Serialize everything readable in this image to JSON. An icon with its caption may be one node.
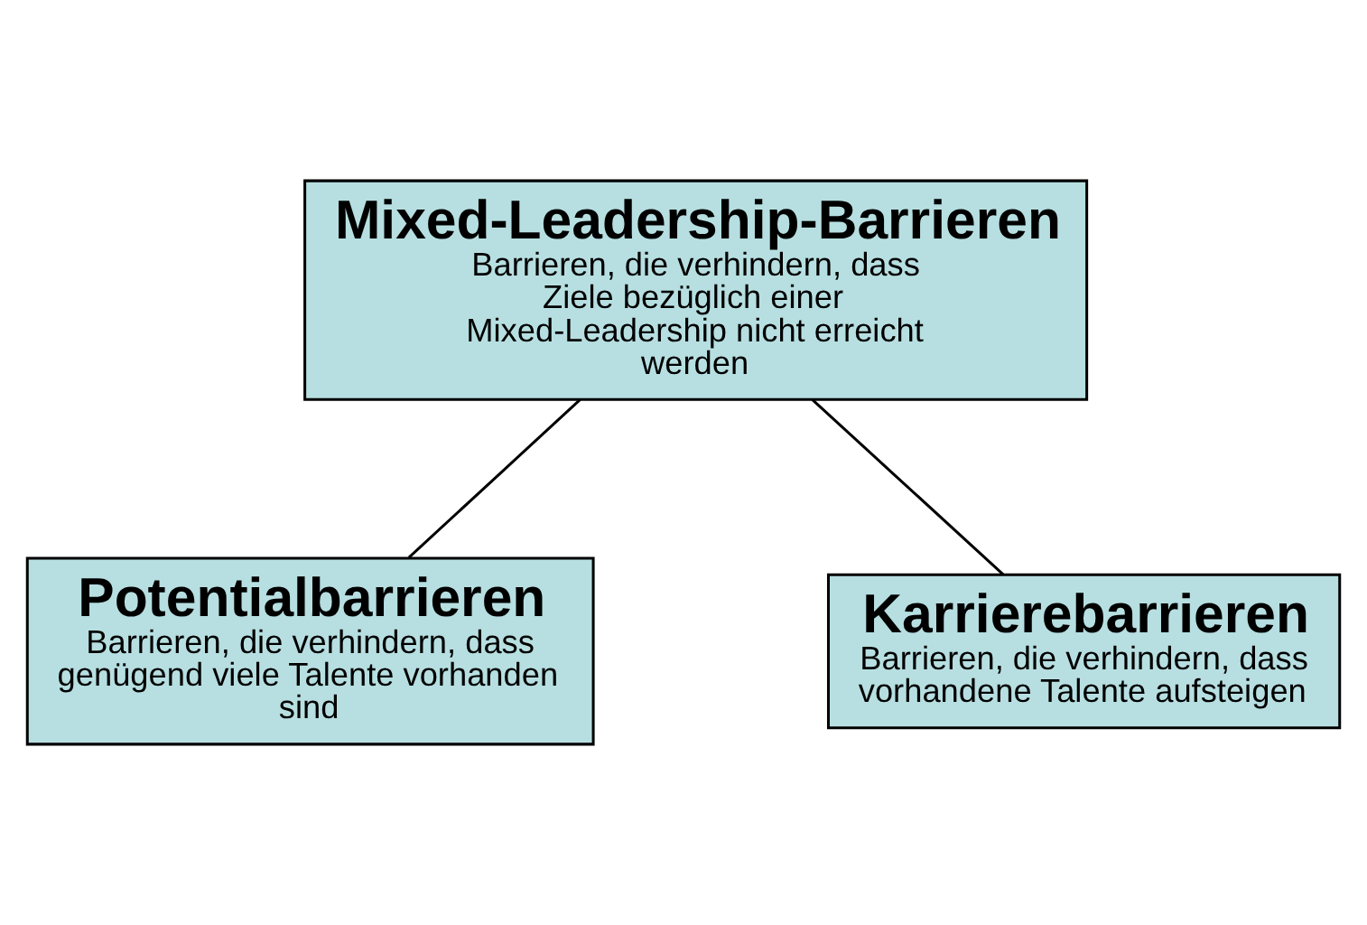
{
  "diagram": {
    "nodes": [
      {
        "text": [
          "Mixed-Leadership-Barrieren",
          "Barrieren, die verhindern, dass Ziele bezüglich einer Mixed-Leadership nicht erreicht werden"
        ]
      },
      {
        "text": [
          "Potentialbarrieren",
          "Barrieren, die verhindern, dass genügend viele Talente vorhanden sind"
        ]
      },
      {
        "text": [
          "Karrierebarrieren",
          "Barrieren, die verhindern, dass vorhandene Talente aufsteigen"
        ]
      }
    ],
    "edges": [
      {
        "from": 0,
        "to": 1,
        "arrow": "none"
      },
      {
        "from": 0,
        "to": 2,
        "arrow": "none"
      }
    ]
  }
}
